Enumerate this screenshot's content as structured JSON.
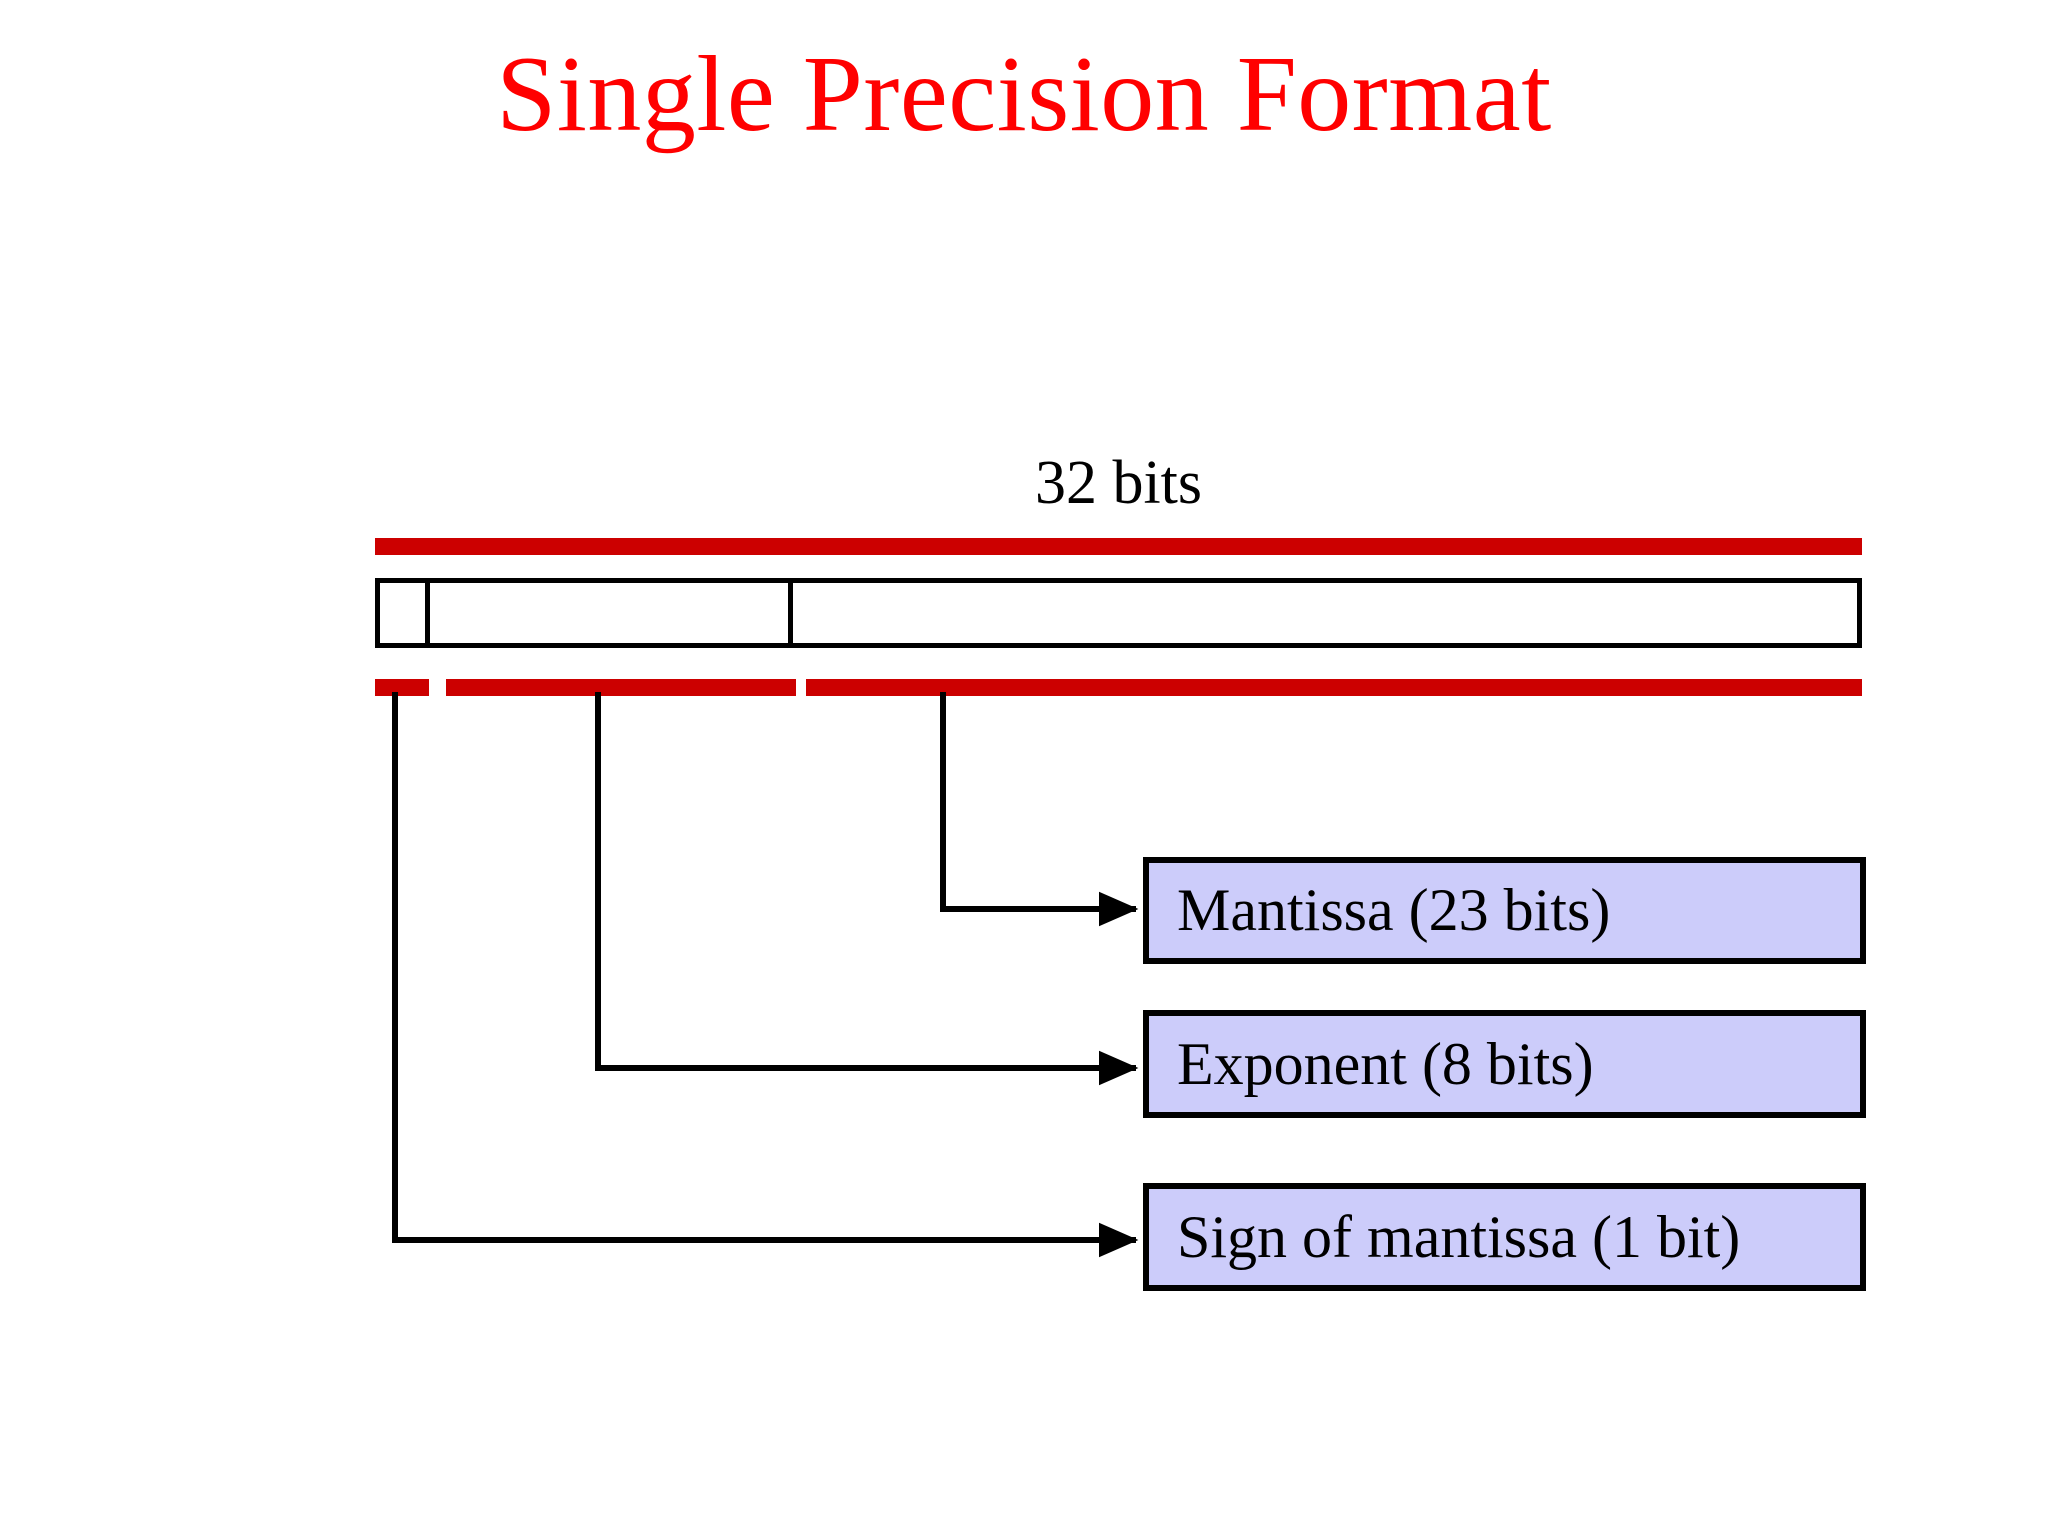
{
  "slide": {
    "title": "Single Precision Format",
    "title_color": "#ff0000",
    "background_color": "#ffffff"
  },
  "diagram": {
    "width_caption": "32 bits",
    "rule_color": "#cc0000",
    "field_border_color": "#000000",
    "field_fill_color": "#ffffff",
    "legend_fill_color": "#ccccfa",
    "legend_border_color": "#000000",
    "fields": [
      {
        "name": "sign",
        "label": "Sign of mantissa (1 bit)",
        "bits": 1
      },
      {
        "name": "exponent",
        "label": "Exponent (8 bits)",
        "bits": 8
      },
      {
        "name": "mantissa",
        "label": "Mantissa (23 bits)",
        "bits": 23
      }
    ],
    "legend": {
      "mantissa": "Mantissa (23 bits)",
      "exponent": "Exponent (8 bits)",
      "sign": "Sign of mantissa (1 bit)"
    }
  }
}
